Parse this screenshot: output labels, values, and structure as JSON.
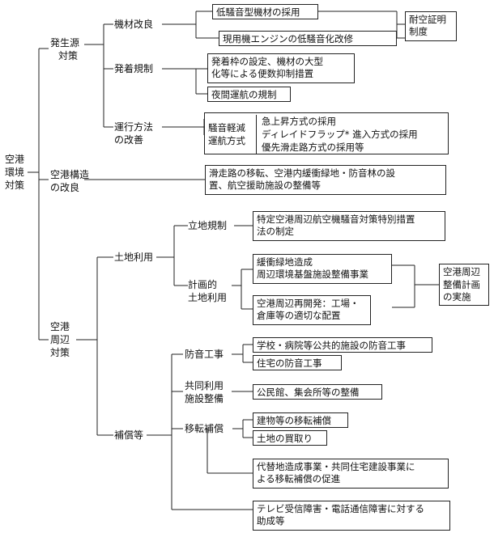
{
  "root": [
    "空港",
    "環境",
    "対策"
  ],
  "sources": {
    "label": [
      "発生源",
      "対策"
    ],
    "equipment": {
      "label": "機材改良",
      "items": [
        "低騒音型機材の採用",
        "現用機エンジンの低騒音化改修"
      ],
      "cert": [
        "耐空証明",
        "制度"
      ]
    },
    "departure": {
      "label": "発着規制",
      "items": [
        [
          "発着枠の設定、機材の大型",
          "化等による便数抑制措置"
        ],
        [
          "夜間運航の規制"
        ]
      ]
    },
    "operation": {
      "label": [
        "運行方法",
        "の改善"
      ],
      "noise": [
        "騒音軽減",
        "運航方式"
      ],
      "items": [
        "急上昇方式の採用",
        "ディレイドフラップ*  進入方式の採用",
        "優先滑走路方式の採用等"
      ]
    }
  },
  "structure": {
    "label": [
      "空港構造",
      "の改良"
    ],
    "item": [
      "滑走路の移転、空港内緩衝緑地・防音林の設",
      "置、航空援助施設の整備等"
    ]
  },
  "surroundings": {
    "label": [
      "空港",
      "周辺",
      "対策"
    ],
    "land_use": {
      "label": "土地利用",
      "location": {
        "label": "立地規制",
        "item": [
          "特定空港周辺航空機騒音対策特別措置",
          "法の制定"
        ]
      },
      "planned": {
        "label": [
          "計画的",
          "土地利用"
        ],
        "items": [
          [
            "緩衝緑地造成",
            "周辺環境基盤施設整備事業"
          ],
          [
            "空港周辺再開発：工場・",
            "倉庫等の適切な配置"
          ]
        ],
        "plan": [
          "空港周辺",
          "整備計画",
          "の実施"
        ]
      }
    },
    "compensation": {
      "label": "補償等",
      "soundproof": {
        "label": "防音工事",
        "items": [
          "学校・病院等公共的施設の防音工事",
          "住宅の防音工事"
        ]
      },
      "shared": {
        "label": [
          "共同利用",
          "施設整備"
        ],
        "item": "公民館、集会所等の整備"
      },
      "relocation": {
        "label": "移転補償",
        "items": [
          "建物等の移転補償",
          "土地の買取り"
        ],
        "follow": [
          "代替地造成事業・共同住宅建設事業に",
          "よる移転補償の促進"
        ]
      },
      "tv": [
        "テレビ受信障害・電話通信障害に対する",
        "助成等"
      ]
    }
  }
}
